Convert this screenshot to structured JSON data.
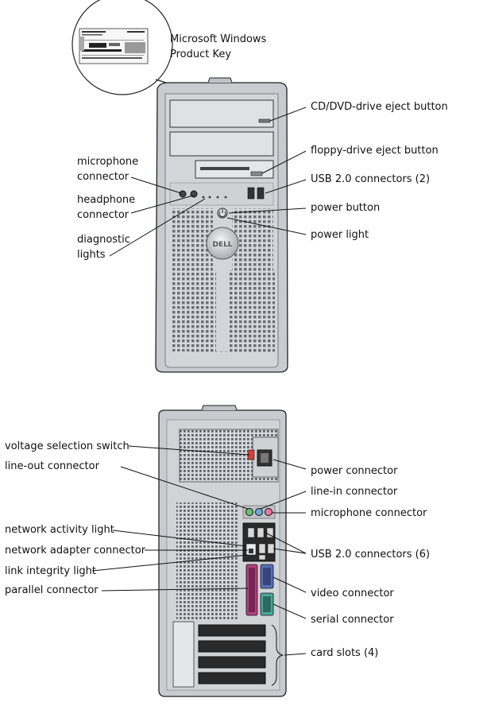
{
  "product_key": {
    "line1": "Microsoft Windows",
    "line2": "Product Key"
  },
  "front_labels": {
    "cd_eject": "CD/DVD-drive eject button",
    "floppy_eject": "floppy-drive eject button",
    "usb_front": "USB 2.0 connectors (2)",
    "power_button": "power button",
    "power_light": "power light",
    "microphone_l1": "microphone",
    "microphone_l2": "connector",
    "headphone_l1": "headphone",
    "headphone_l2": "connector",
    "diagnostic_l1": "diagnostic",
    "diagnostic_l2": "lights"
  },
  "back_labels": {
    "voltage_switch": "voltage selection switch",
    "line_out": "line-out connector",
    "network_activity": "network activity light",
    "network_adapter": "network adapter connector",
    "link_integrity": "link integrity light",
    "parallel": "parallel connector",
    "power_connector": "power connector",
    "line_in": "line-in connector",
    "microphone": "microphone connector",
    "usb_back": "USB 2.0 connectors (6)",
    "video": "video connector",
    "serial": "serial connector",
    "card_slots": "card slots (4)"
  },
  "colors": {
    "chassis": "#c9cdd1",
    "chassis_dark": "#8a8f94",
    "outline": "#222222",
    "line_out_green": "#6fbf73",
    "line_in_blue": "#6fa9d6",
    "mic_pink": "#e07aa0",
    "parallel_magenta": "#b0407a",
    "video_blue": "#5a6fb8",
    "serial_teal": "#4aa79a",
    "voltage_red": "#d6403a"
  }
}
